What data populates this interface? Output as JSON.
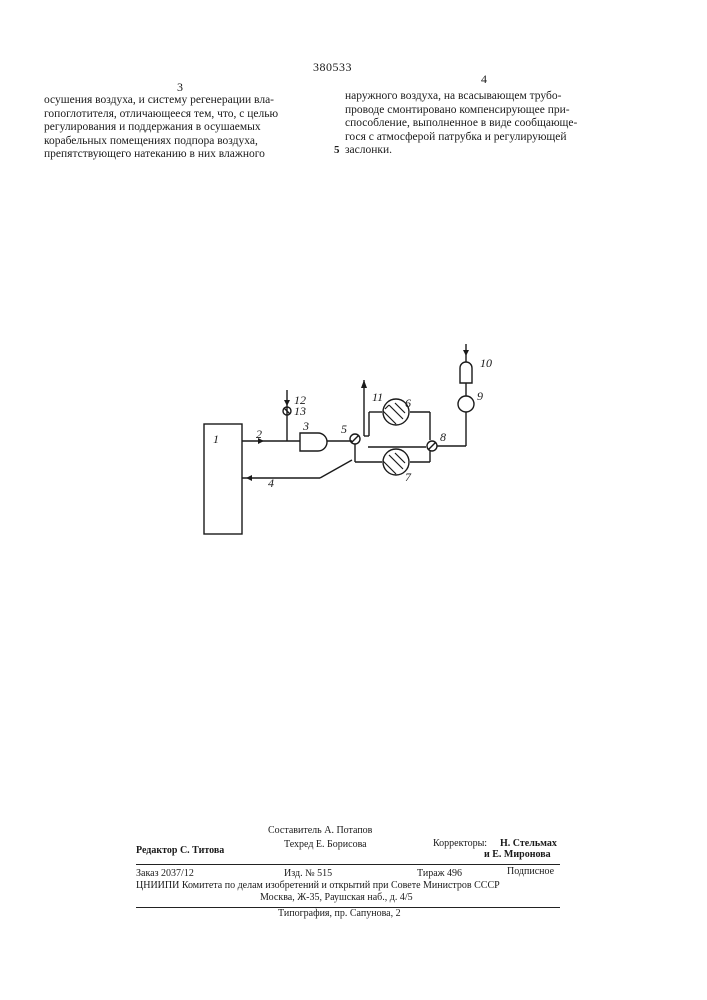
{
  "header": {
    "patent_number": "380533",
    "column_left_number": "3",
    "column_right_number": "4",
    "line_marker": "5"
  },
  "text": {
    "left_column": "осушения воздуха, и систему регенерации вла-\nгопоглотителя, отличающееся тем, что, с целью\nрегулирования и поддержания в осушаемых\nкорабельных помещениях подпора воздуха,\nпрепятствующего натеканию в них влажного",
    "right_column": "наружного воздуха, на всасывающем трубо-\nпроводе смонтировано компенсирующее при-\nспособление, выполненное в виде сообщающе-\nгося с атмосферой патрубка и регулирующей\nзаслонки."
  },
  "diagram": {
    "labels": [
      "1",
      "2",
      "3",
      "4",
      "5",
      "6",
      "7",
      "8",
      "9",
      "10",
      "11",
      "12",
      "13"
    ]
  },
  "footer": {
    "composer": "Составитель А. Потапов",
    "editor": "Редактор С. Титова",
    "techred": "Техред Е. Борисова",
    "correctors_label": "Корректоры:",
    "corrector_1": "Н. Стельмах",
    "corrector_2": "и Е. Миронова",
    "order": "Заказ 2037/12",
    "edition": "Изд. № 515",
    "circulation": "Тираж 496",
    "subscription": "Подписное",
    "org_line": "ЦНИИПИ Комитета по делам изобретений и открытий при Совете Министров СССР",
    "address": "Москва, Ж-35, Раушская наб., д. 4/5",
    "printer": "Типография, пр. Сапунова, 2"
  }
}
